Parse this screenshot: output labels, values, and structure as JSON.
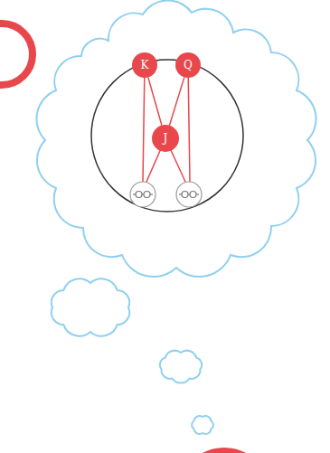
{
  "diagram": {
    "nodes": [
      {
        "text": [
          "K"
        ]
      },
      {
        "text": [
          "Q"
        ]
      },
      {
        "text": [
          "J"
        ]
      }
    ],
    "edges": [
      {
        "from": 0,
        "to": 2,
        "arrow": "none"
      },
      {
        "from": 1,
        "to": 2,
        "arrow": "none"
      }
    ]
  }
}
